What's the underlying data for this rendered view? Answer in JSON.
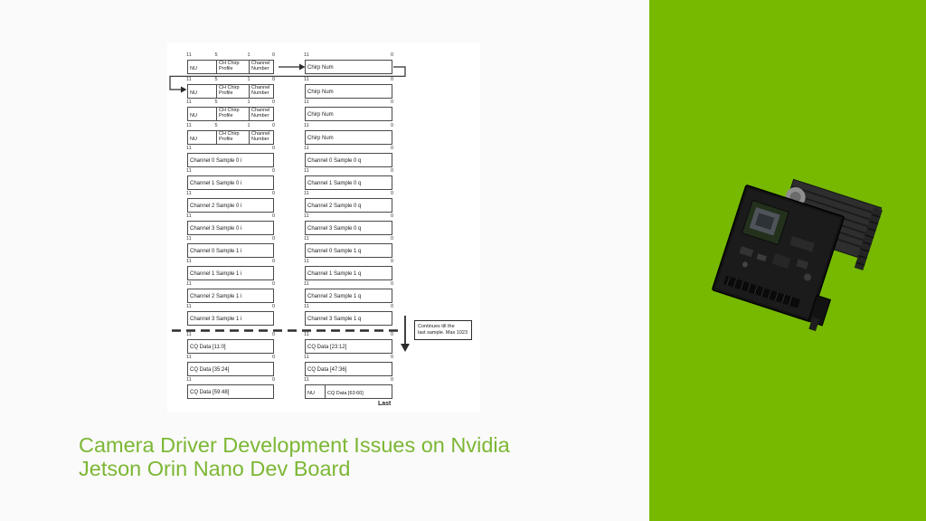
{
  "title": {
    "line1": "Camera Driver Development Issues on Nvidia",
    "line2": "Jetson Orin Nano Dev Board"
  },
  "colors": {
    "nvidia_green": "#76b900",
    "title_green": "#7cb734",
    "page_bg": "#fafafa",
    "panel_bg": "#ffffff",
    "diagram_line": "#2b2b2b"
  },
  "diagram": {
    "chirp_bits": [
      "11",
      "5",
      "1",
      "0"
    ],
    "word_bits": [
      "11",
      "0"
    ],
    "chirp_rows": [
      {
        "left_cells": [
          "NU",
          "CH Chirp Profile",
          "Channel Number"
        ],
        "right": "Chirp Num"
      },
      {
        "left_cells": [
          "NU",
          "CH Chirp Profile",
          "Channel Number"
        ],
        "right": "Chirp Num"
      },
      {
        "left_cells": [
          "NU",
          "CH Chirp Profile",
          "Channel Number"
        ],
        "right": "Chirp Num"
      },
      {
        "left_cells": [
          "NU",
          "CH Chirp Profile",
          "Channel Number"
        ],
        "right": "Chirp Num"
      }
    ],
    "sample_rows": [
      {
        "left": "Channel 0 Sample 0 i",
        "right": "Channel 0 Sample 0 q"
      },
      {
        "left": "Channel 1 Sample 0 i",
        "right": "Channel 1 Sample 0 q"
      },
      {
        "left": "Channel 2 Sample 0 i",
        "right": "Channel 2 Sample 0 q"
      },
      {
        "left": "Channel 3 Sample 0 i",
        "right": "Channel 3 Sample 0 q"
      },
      {
        "left": "Channel 0 Sample 1 i",
        "right": "Channel 0 Sample 1 q"
      },
      {
        "left": "Channel 1 Sample 1 i",
        "right": "Channel 1 Sample 1 q"
      },
      {
        "left": "Channel 2 Sample 1 i",
        "right": "Channel 2 Sample 1 q"
      },
      {
        "left": "Channel 3 Sample 1 i",
        "right": "Channel 3 Sample 1 q"
      }
    ],
    "cq_rows": [
      {
        "left": "CQ Data [11:0]",
        "right": "CQ Data [23:12]"
      },
      {
        "left": "CQ Data [35:24]",
        "right": "CQ Data [47:36]"
      },
      {
        "left": "CQ Data [59:48]",
        "right_cells": [
          "NU",
          "CQ Data [63:60]"
        ]
      }
    ],
    "callout": {
      "line1": "Continues till the",
      "line2": "last sample. Max 1023"
    },
    "last_label": "Last"
  },
  "board_image": {
    "name": "nvidia-jetson-orin-nano-module"
  }
}
